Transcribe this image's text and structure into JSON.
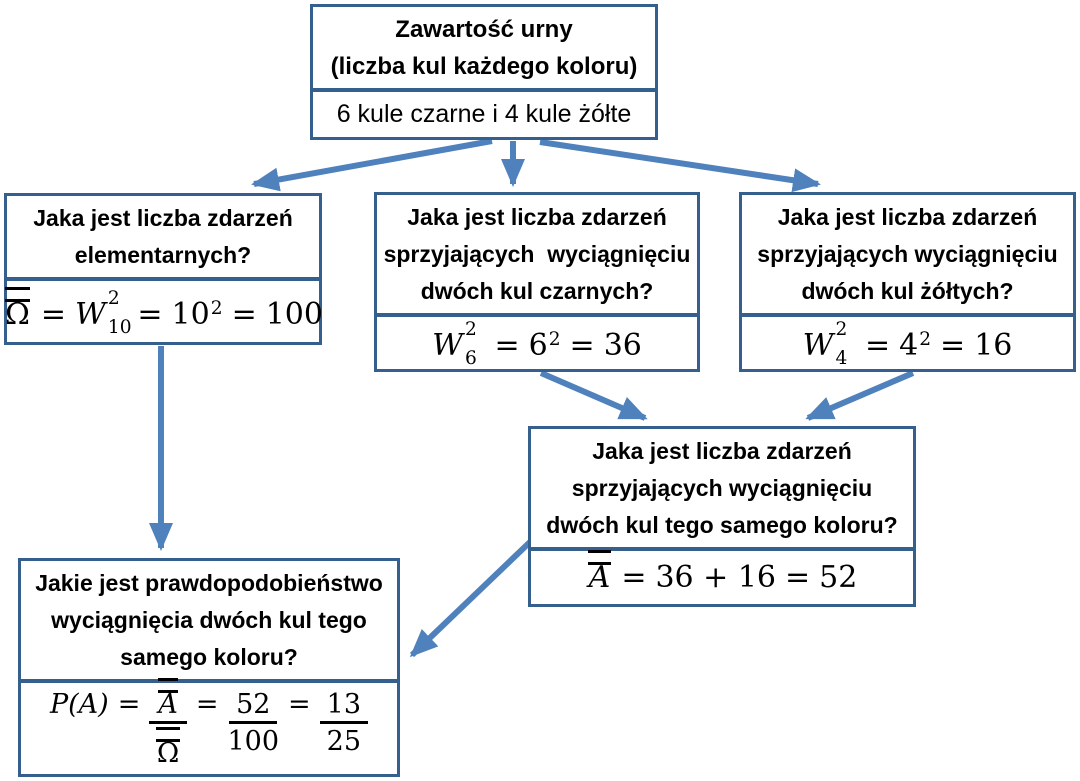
{
  "colors": {
    "box_border": "#35608D",
    "arrow": "#4F81BD",
    "text": "#000000",
    "background": "#FFFFFF"
  },
  "flowchart": {
    "nodes": {
      "urn": {
        "title_lines": [
          "Zawartość urny",
          "(liczba kul każdego koloru)"
        ],
        "value": "6 kule czarne i 4 kule żółte"
      },
      "elementary": {
        "question_lines": [
          "Jaka jest liczba zdarzeń",
          "elementarnych?"
        ],
        "formula": {
          "lhs": "Ω",
          "equals": "=",
          "base": "W",
          "sup": "2",
          "sub": "10",
          "mid_base": "10",
          "mid_sup": "2",
          "result": "100"
        }
      },
      "two_black": {
        "question_lines": [
          "Jaka jest liczba zdarzeń",
          "sprzyjających  wyciągnięciu",
          "dwóch kul czarnych?"
        ],
        "formula": {
          "equals": "=",
          "base": "W",
          "sup": "2",
          "sub": "6",
          "mid_base": "6",
          "mid_sup": "2",
          "result": "36"
        }
      },
      "two_yellow": {
        "question_lines": [
          "Jaka jest liczba zdarzeń",
          "sprzyjających wyciągnięciu",
          "dwóch kul żółtych?"
        ],
        "formula": {
          "equals": "=",
          "base": "W",
          "sup": "2",
          "sub": "4",
          "mid_base": "4",
          "mid_sup": "2",
          "result": "16"
        }
      },
      "same_color": {
        "question_lines": [
          "Jaka jest liczba zdarzeń",
          "sprzyjających wyciągnięciu",
          "dwóch kul tego samego koloru?"
        ],
        "formula": {
          "lhs": "A",
          "equals": "=",
          "sum": "36 + 16",
          "result": "52"
        }
      },
      "probability": {
        "question_lines": [
          "Jakie jest prawdopodobieństwo",
          "wyciągnięcia dwóch kul tego",
          "samego koloru?"
        ],
        "formula": {
          "lhs": "P(A)",
          "equals": "=",
          "frac1_num": "A",
          "frac1_den": "Ω",
          "frac2_num": "52",
          "frac2_den": "100",
          "frac3_num": "13",
          "frac3_den": "25"
        }
      }
    },
    "arrows": [
      {
        "from": "urn",
        "to": "elementary"
      },
      {
        "from": "urn",
        "to": "two_black"
      },
      {
        "from": "urn",
        "to": "two_yellow"
      },
      {
        "from": "elementary",
        "to": "probability"
      },
      {
        "from": "two_black",
        "to": "same_color"
      },
      {
        "from": "two_yellow",
        "to": "same_color"
      },
      {
        "from": "same_color",
        "to": "probability"
      }
    ]
  }
}
